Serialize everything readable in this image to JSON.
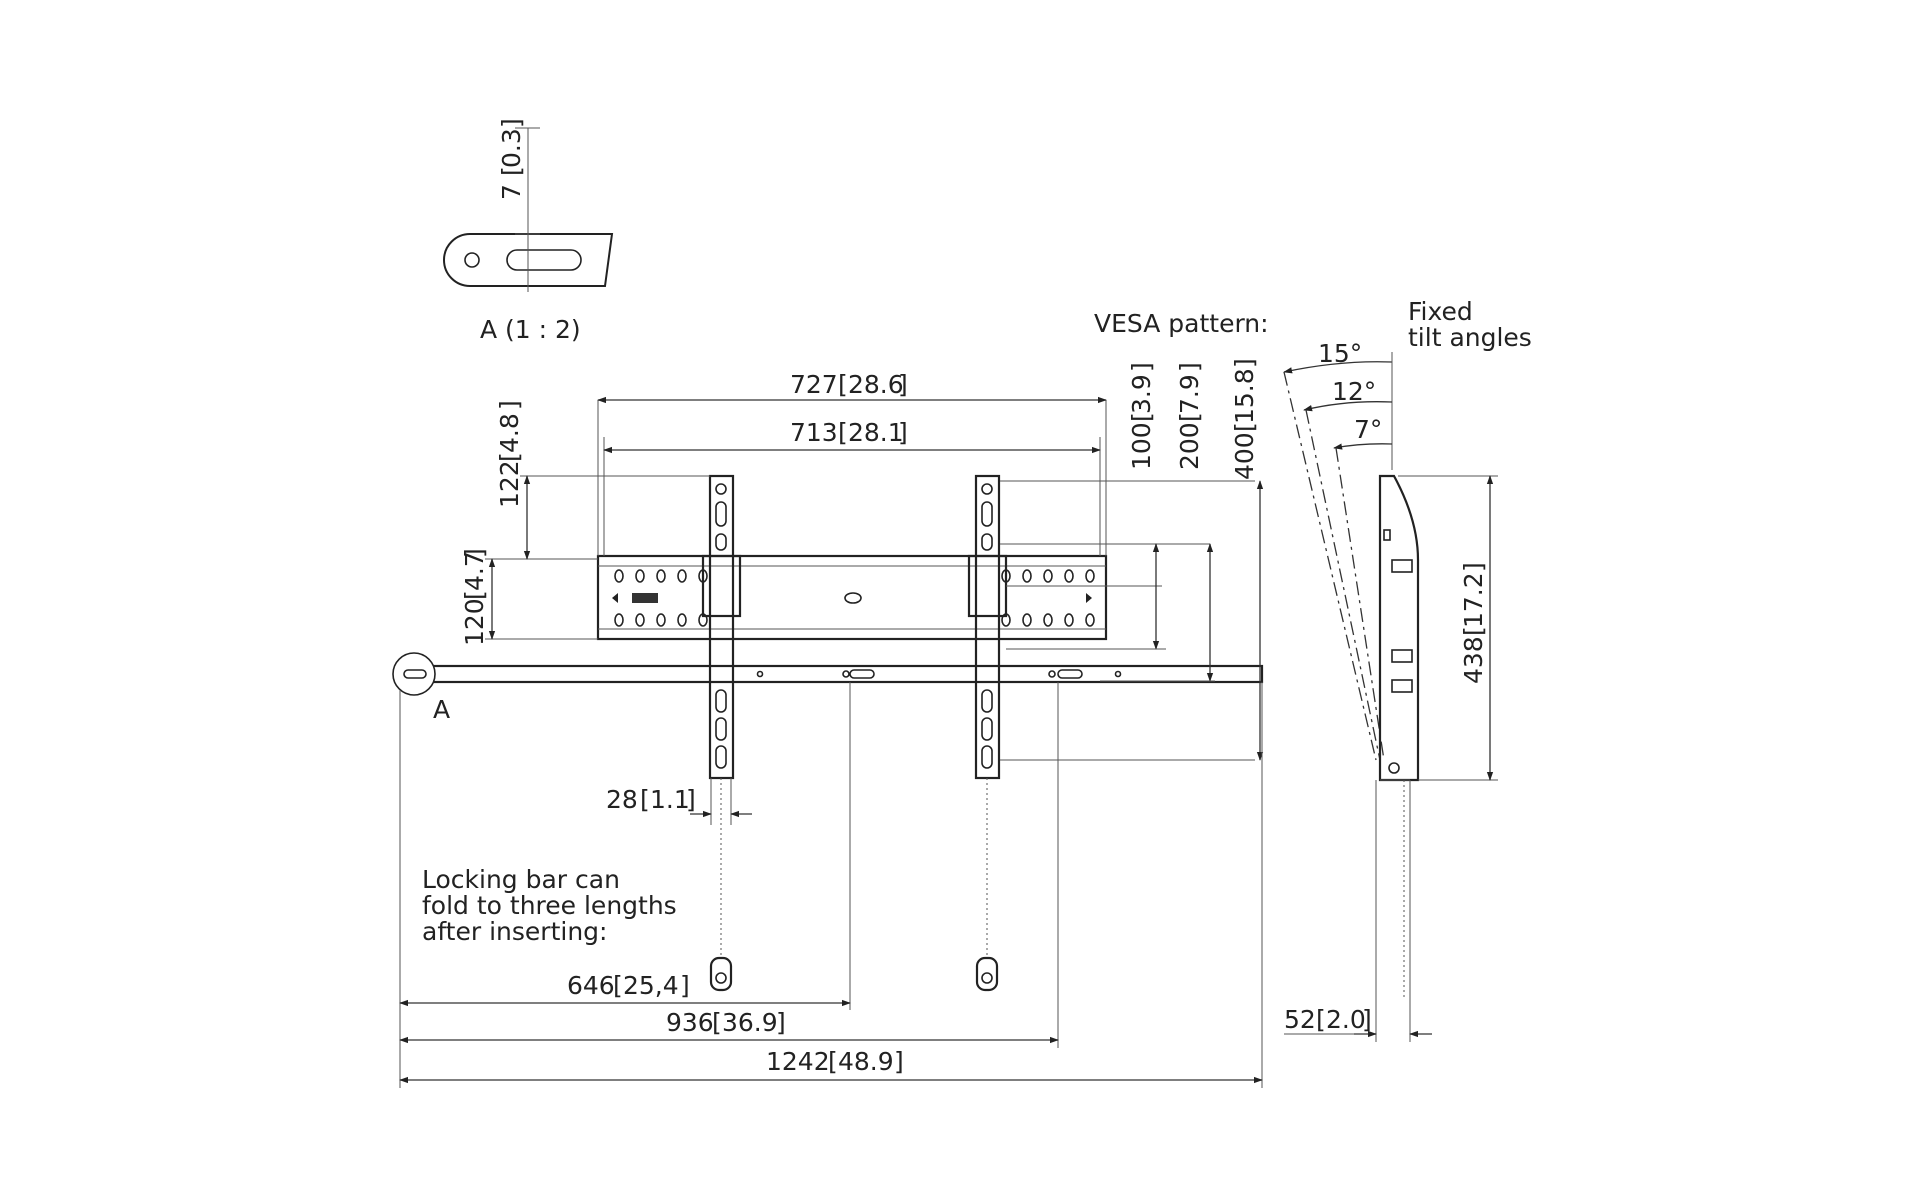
{
  "detail": {
    "label": "A (1 : 2)",
    "dim_mm": "7",
    "dim_in": "0.3",
    "marker": "A"
  },
  "vesa": {
    "title": "VESA pattern:",
    "dims": [
      {
        "mm": "100",
        "in": "3.9"
      },
      {
        "mm": "200",
        "in": "7.9"
      },
      {
        "mm": "400",
        "in": "15.8"
      }
    ]
  },
  "tilt": {
    "title_line1": "Fixed",
    "title_line2": "tilt angles",
    "angles": [
      "15°",
      "12°",
      "7°"
    ]
  },
  "front_dims": {
    "width_outer": {
      "mm": "727",
      "in": "28.6"
    },
    "width_inner": {
      "mm": "713",
      "in": "28.1"
    },
    "height_top": {
      "mm": "122",
      "in": "4.8"
    },
    "height_plate": {
      "mm": "120",
      "in": "4.7"
    },
    "arm_width": {
      "mm": "28",
      "in": "1.1"
    },
    "fold_1": {
      "mm": "646",
      "in": "25,4"
    },
    "fold_2": {
      "mm": "936",
      "in": "36.9"
    },
    "fold_3": {
      "mm": "1242",
      "in": "48.9"
    }
  },
  "side_dims": {
    "height": {
      "mm": "438",
      "in": "17.2"
    },
    "depth": {
      "mm": "52",
      "in": "2.0"
    }
  },
  "note": {
    "line1": "Locking bar can",
    "line2": "fold to three lengths",
    "line3": "after inserting:"
  }
}
